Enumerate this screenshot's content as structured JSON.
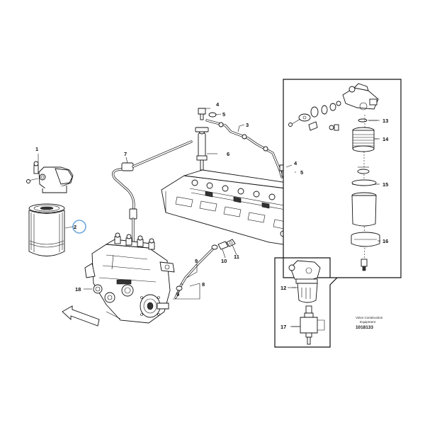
{
  "diagram": {
    "callouts": [
      {
        "id": "c1",
        "label": "1"
      },
      {
        "id": "c2",
        "label": "2"
      },
      {
        "id": "c3",
        "label": "3"
      },
      {
        "id": "c4",
        "label": "4"
      },
      {
        "id": "c5a",
        "label": "5"
      },
      {
        "id": "c6",
        "label": "6"
      },
      {
        "id": "c7",
        "label": "7"
      },
      {
        "id": "c4b",
        "label": "4"
      },
      {
        "id": "c5b",
        "label": "5"
      },
      {
        "id": "c8",
        "label": "8"
      },
      {
        "id": "c9a",
        "label": "9"
      },
      {
        "id": "c9b",
        "label": "9"
      },
      {
        "id": "c10",
        "label": "10"
      },
      {
        "id": "c11",
        "label": "11"
      },
      {
        "id": "c12",
        "label": "12"
      },
      {
        "id": "c13",
        "label": "13"
      },
      {
        "id": "c14",
        "label": "14"
      },
      {
        "id": "c15",
        "label": "15"
      },
      {
        "id": "c16",
        "label": "16"
      },
      {
        "id": "c17",
        "label": "17"
      },
      {
        "id": "c18",
        "label": "18"
      }
    ],
    "brand_line1": "Volvo Construction",
    "brand_line2": "Equipment",
    "drawing_number": "1018133",
    "highlight_color": "#6fa8dc"
  }
}
